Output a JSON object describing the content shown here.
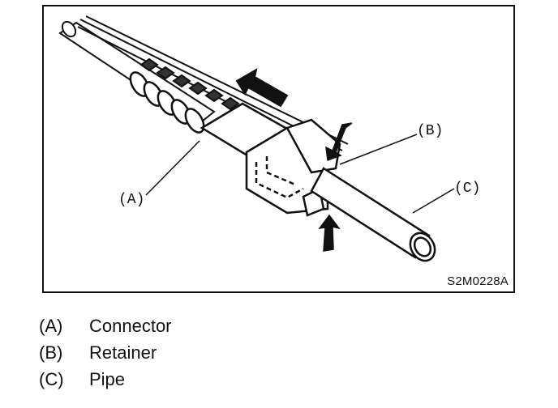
{
  "figure": {
    "code": "S2M0228A",
    "callouts": {
      "a": "(A)",
      "b": "(B)",
      "c": "(C)"
    }
  },
  "legend": [
    {
      "key": "(A)",
      "label": "Connector"
    },
    {
      "key": "(B)",
      "label": "Retainer"
    },
    {
      "key": "(C)",
      "label": "Pipe"
    }
  ]
}
